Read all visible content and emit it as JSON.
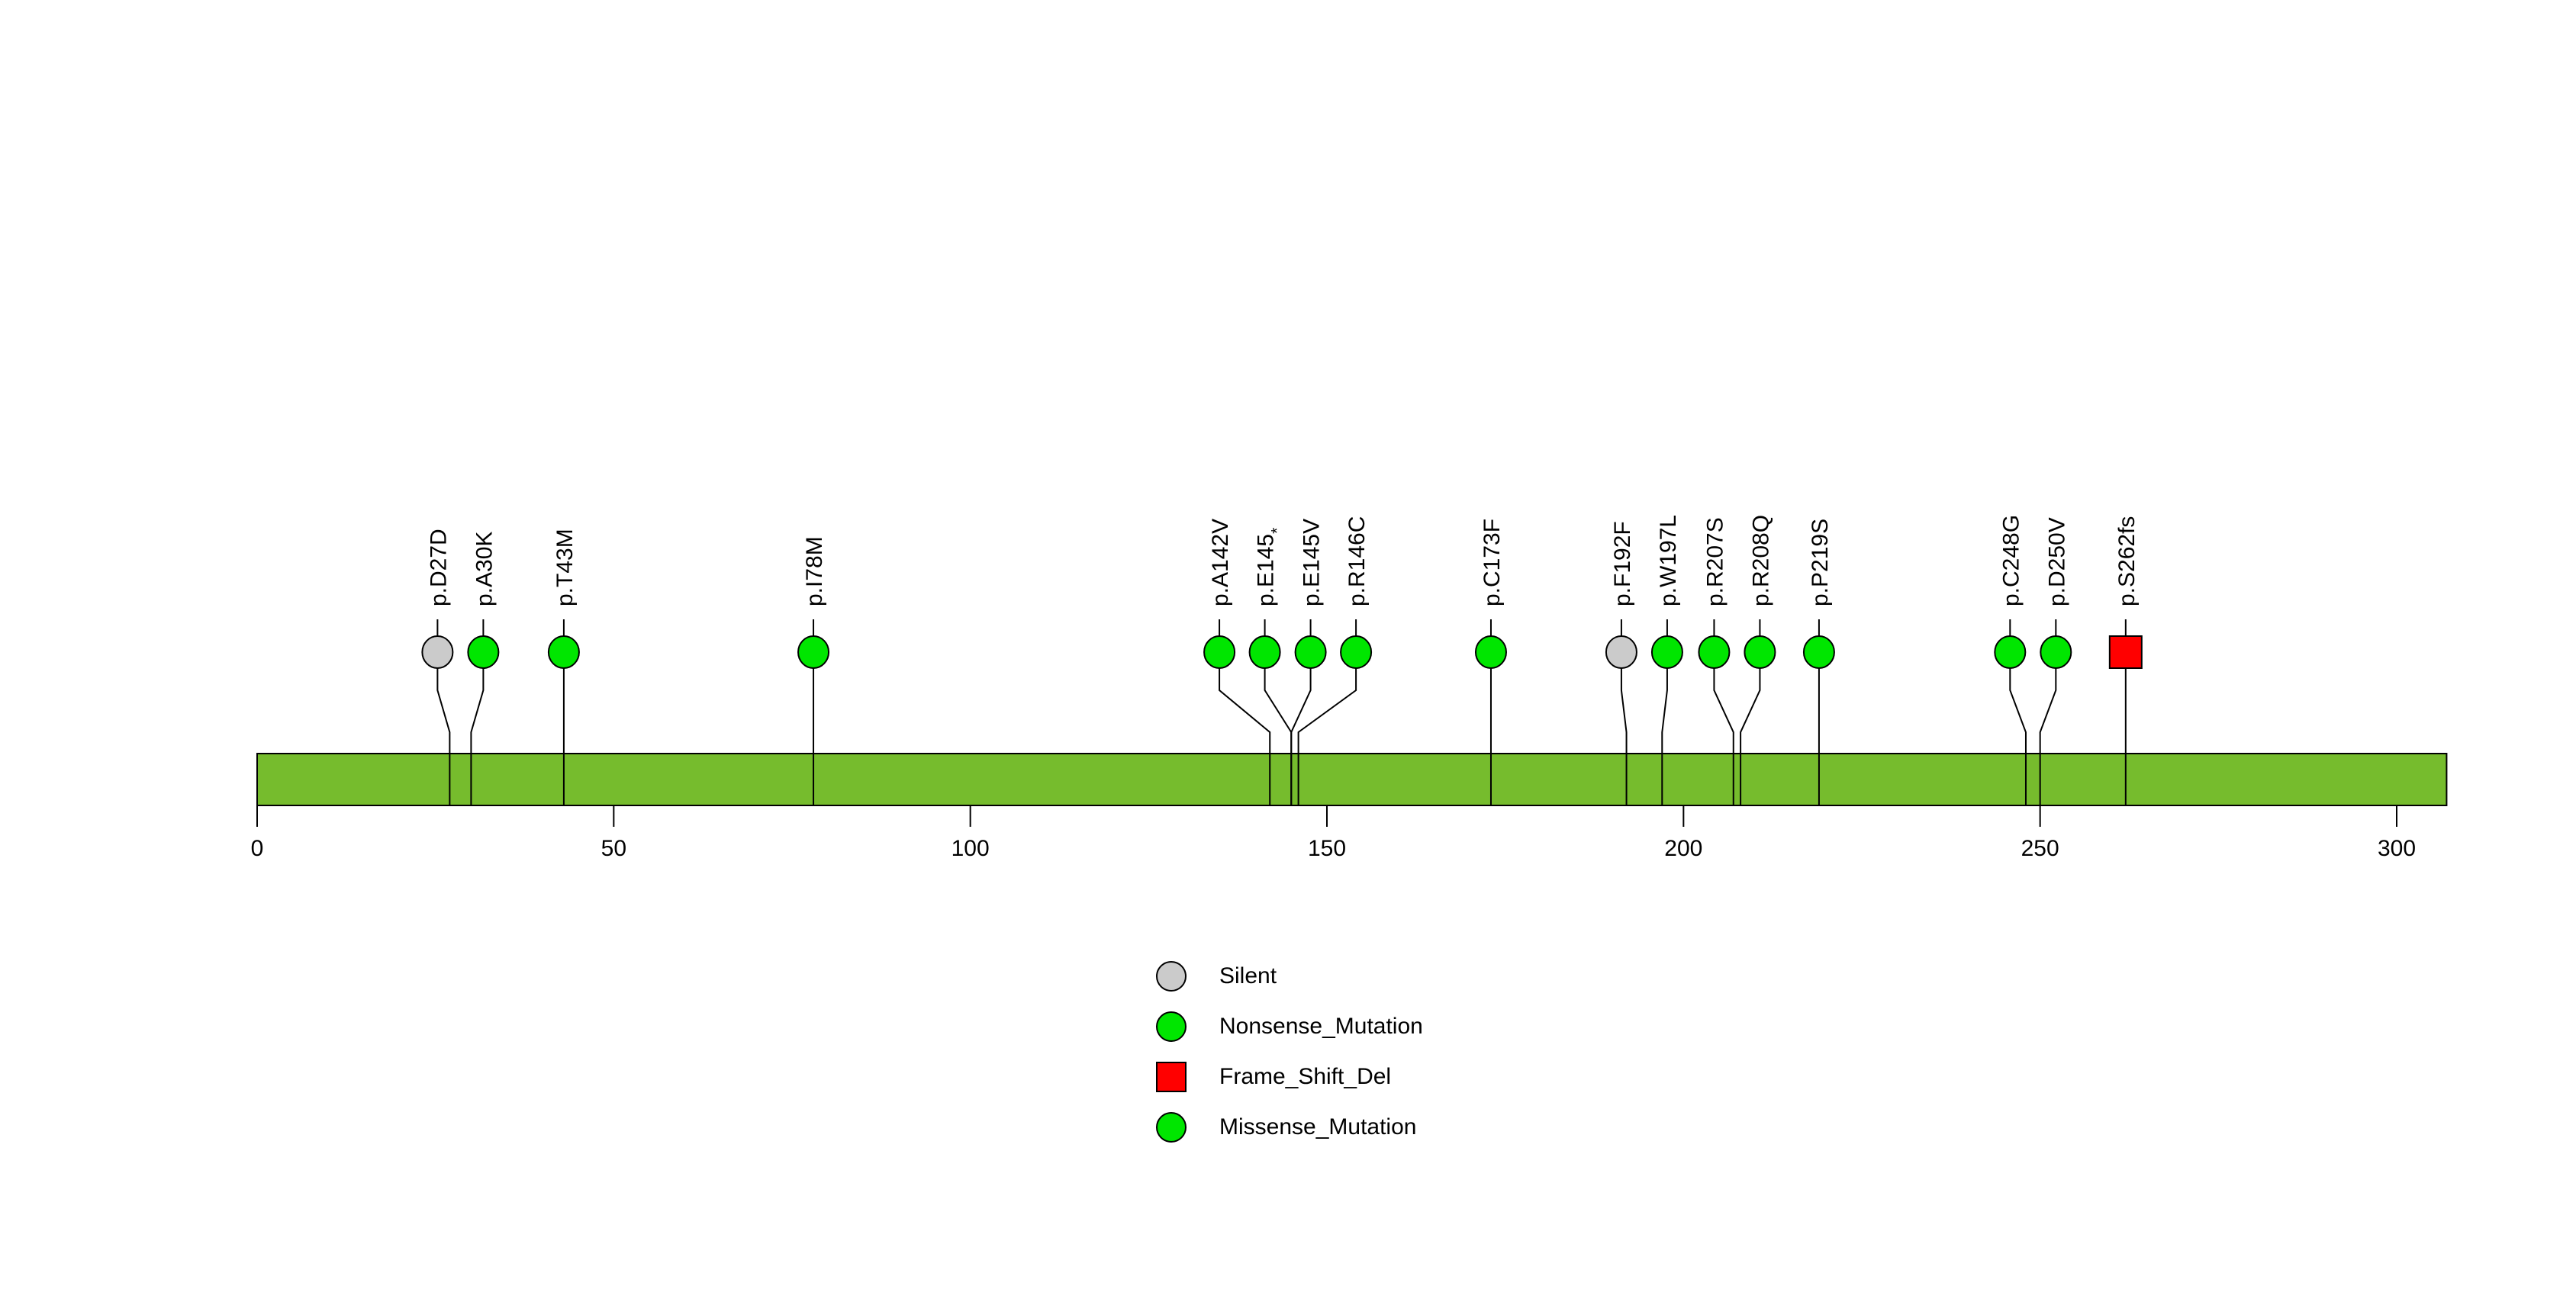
{
  "chart_data": {
    "type": "lollipop",
    "title": "",
    "xlabel": "",
    "ylabel": "",
    "axis": {
      "min": 0,
      "max": 307,
      "tick_values": [
        0,
        50,
        100,
        150,
        200,
        250,
        300
      ],
      "tick_labels": [
        "0",
        "50",
        "100",
        "150",
        "200",
        "250",
        "300"
      ]
    },
    "protein_bar": {
      "start": 0,
      "end": 307,
      "color": "#76BC2D",
      "border_color": "#000000"
    },
    "classes": {
      "Silent": {
        "color": "#CBCBCB",
        "shape": "circle"
      },
      "Nonsense_Mutation": {
        "color": "#00E600",
        "shape": "circle"
      },
      "Frame_Shift_Del": {
        "color": "#FF0000",
        "shape": "square"
      },
      "Missense_Mutation": {
        "color": "#00E600",
        "shape": "circle"
      }
    },
    "mutations": [
      {
        "label": "p.D27D",
        "position": 27,
        "class": "Silent"
      },
      {
        "label": "p.A30K",
        "position": 30,
        "class": "Missense_Mutation"
      },
      {
        "label": "p.T43M",
        "position": 43,
        "class": "Missense_Mutation"
      },
      {
        "label": "p.I78M",
        "position": 78,
        "class": "Missense_Mutation"
      },
      {
        "label": "p.A142V",
        "position": 142,
        "class": "Missense_Mutation"
      },
      {
        "label": "p.E145*",
        "position": 145,
        "class": "Nonsense_Mutation"
      },
      {
        "label": "p.E145V",
        "position": 145,
        "class": "Missense_Mutation"
      },
      {
        "label": "p.R146C",
        "position": 146,
        "class": "Missense_Mutation"
      },
      {
        "label": "p.C173F",
        "position": 173,
        "class": "Missense_Mutation"
      },
      {
        "label": "p.F192F",
        "position": 192,
        "class": "Silent"
      },
      {
        "label": "p.W197L",
        "position": 197,
        "class": "Missense_Mutation"
      },
      {
        "label": "p.R207S",
        "position": 207,
        "class": "Missense_Mutation"
      },
      {
        "label": "p.R208Q",
        "position": 208,
        "class": "Missense_Mutation"
      },
      {
        "label": "p.P219S",
        "position": 219,
        "class": "Missense_Mutation"
      },
      {
        "label": "p.C248G",
        "position": 248,
        "class": "Missense_Mutation"
      },
      {
        "label": "p.D250V",
        "position": 250,
        "class": "Missense_Mutation"
      },
      {
        "label": "p.S262fs",
        "position": 262,
        "class": "Frame_Shift_Del"
      }
    ],
    "legend": [
      {
        "label": "Silent",
        "class": "Silent"
      },
      {
        "label": "Nonsense_Mutation",
        "class": "Nonsense_Mutation"
      },
      {
        "label": "Frame_Shift_Del",
        "class": "Frame_Shift_Del"
      },
      {
        "label": "Missense_Mutation",
        "class": "Missense_Mutation"
      }
    ]
  }
}
